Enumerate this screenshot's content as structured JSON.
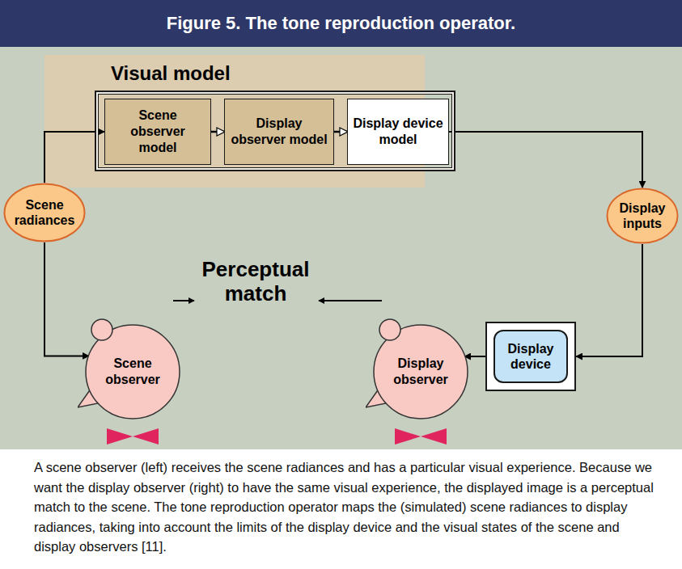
{
  "diagram": {
    "title": "Figure 5. The tone reproduction operator.",
    "caption": "A scene observer (left) receives the scene radiances and has a particular visual experience. Because we want the display observer (right) to have the same visual experience, the displayed image is a perceptual match to the scene. The tone reproduction operator maps the (simulated) scene radiances to display radiances, taking into account the limits of the display device and the visual states of the scene and display observers [11].",
    "nodes": [
      {
        "text": [
          "Visual model"
        ]
      },
      {
        "text": [
          "Scene observer model"
        ],
        "in": 0
      },
      {
        "text": [
          "Display observer model"
        ],
        "in": 0
      },
      {
        "text": [
          "Display device model"
        ],
        "in": 0
      },
      {
        "text": [
          "Scene radiances"
        ]
      },
      {
        "text": [
          "Display inputs"
        ]
      },
      {
        "text": [
          "Display device"
        ]
      },
      {
        "text": [
          "Display observer"
        ]
      },
      {
        "text": [
          "Scene observer"
        ]
      }
    ],
    "edges": [
      {
        "from": 4,
        "to": 1,
        "arrow": "to"
      },
      {
        "from": 1,
        "to": 2,
        "arrow": "to"
      },
      {
        "from": 2,
        "to": 3,
        "arrow": "to"
      },
      {
        "from": 3,
        "to": 5,
        "arrow": "to"
      },
      {
        "from": 5,
        "to": 6,
        "arrow": "to"
      },
      {
        "from": 6,
        "to": 7,
        "arrow": "to"
      },
      {
        "from": 4,
        "to": 8,
        "arrow": "to"
      }
    ],
    "labels": [
      "Perceptual match"
    ]
  }
}
